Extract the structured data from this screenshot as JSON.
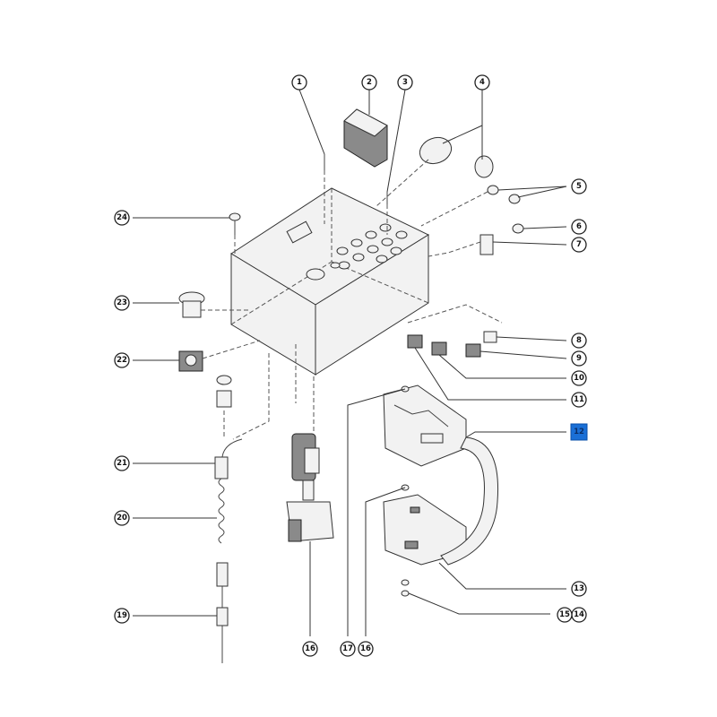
{
  "callouts": [
    {
      "id": "1",
      "label": "1"
    },
    {
      "id": "2",
      "label": "2"
    },
    {
      "id": "3",
      "label": "3"
    },
    {
      "id": "4",
      "label": "4"
    },
    {
      "id": "5",
      "label": "5"
    },
    {
      "id": "6",
      "label": "6"
    },
    {
      "id": "7",
      "label": "7"
    },
    {
      "id": "8",
      "label": "8"
    },
    {
      "id": "9",
      "label": "9"
    },
    {
      "id": "10",
      "label": "10"
    },
    {
      "id": "11",
      "label": "11"
    },
    {
      "id": "12",
      "label": "12",
      "highlighted": true
    },
    {
      "id": "13",
      "label": "13"
    },
    {
      "id": "14",
      "label": "14"
    },
    {
      "id": "15",
      "label": "15"
    },
    {
      "id": "16a",
      "label": "16"
    },
    {
      "id": "16b",
      "label": "16"
    },
    {
      "id": "17",
      "label": "17"
    },
    {
      "id": "19",
      "label": "19"
    },
    {
      "id": "20",
      "label": "20"
    },
    {
      "id": "21",
      "label": "21"
    },
    {
      "id": "22",
      "label": "22"
    },
    {
      "id": "23",
      "label": "23"
    },
    {
      "id": "24",
      "label": "24"
    }
  ],
  "colors": {
    "highlight": "#1a6fd6",
    "line": "#333333"
  }
}
